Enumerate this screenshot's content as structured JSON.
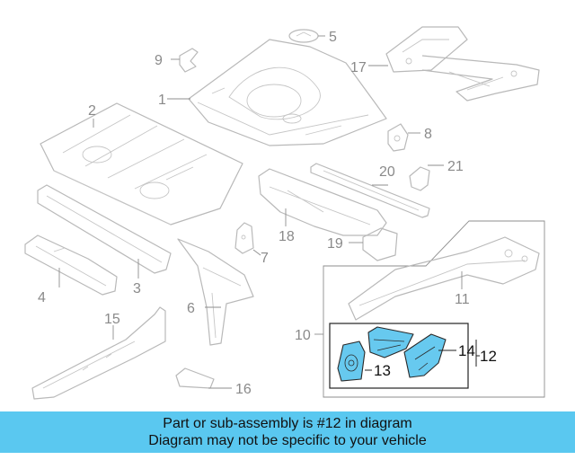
{
  "callouts": {
    "c1": "1",
    "c2": "2",
    "c3": "3",
    "c4": "4",
    "c5": "5",
    "c6": "6",
    "c7": "7",
    "c8": "8",
    "c9": "9",
    "c10": "10",
    "c11": "11",
    "c12": "12",
    "c13": "13",
    "c14": "14",
    "c15": "15",
    "c16": "16",
    "c17": "17",
    "c18": "18",
    "c19": "19",
    "c20": "20",
    "c21": "21"
  },
  "highlighted_part": "12",
  "colors": {
    "highlight": "#67c9ef",
    "banner": "#5ac8f0",
    "line": "#b9b9b9"
  },
  "banner": {
    "line1": "Part or sub-assembly is #12 in diagram",
    "line2": "Diagram may not be specific to your vehicle"
  }
}
